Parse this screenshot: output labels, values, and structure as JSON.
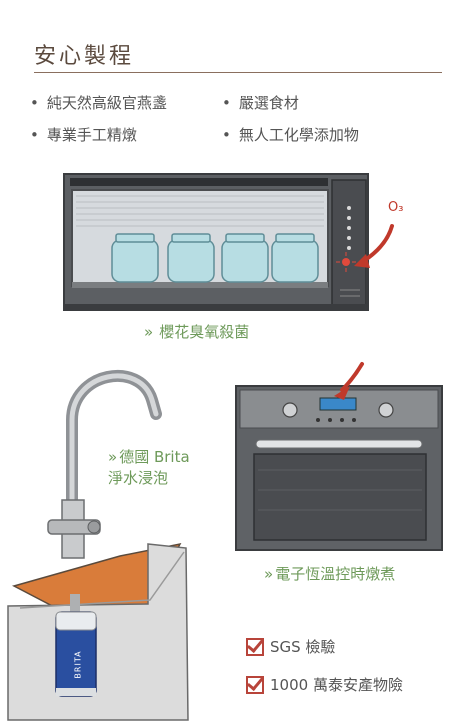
{
  "header": {
    "title": "安心製程"
  },
  "bullets": {
    "left": [
      "純天然高級官燕盞",
      "專業手工精燉"
    ],
    "right": [
      "嚴選食材",
      "無人工化學添加物"
    ]
  },
  "sterilizer": {
    "ozone_label": "O₃",
    "caption": "櫻花臭氧殺菌"
  },
  "faucet": {
    "caption_line1": "德國 Brita",
    "caption_line2": "淨水浸泡",
    "filter_label": "BRITA"
  },
  "oven": {
    "caption": "電子恆溫控時燉煮"
  },
  "checks": [
    "SGS 檢驗",
    "1000 萬泰安產物險"
  ],
  "colors": {
    "accent_green": "#6e9a5a",
    "check_red": "#b8443a",
    "arrow_red": "#c0392b",
    "title_brown": "#5b4a3e"
  }
}
